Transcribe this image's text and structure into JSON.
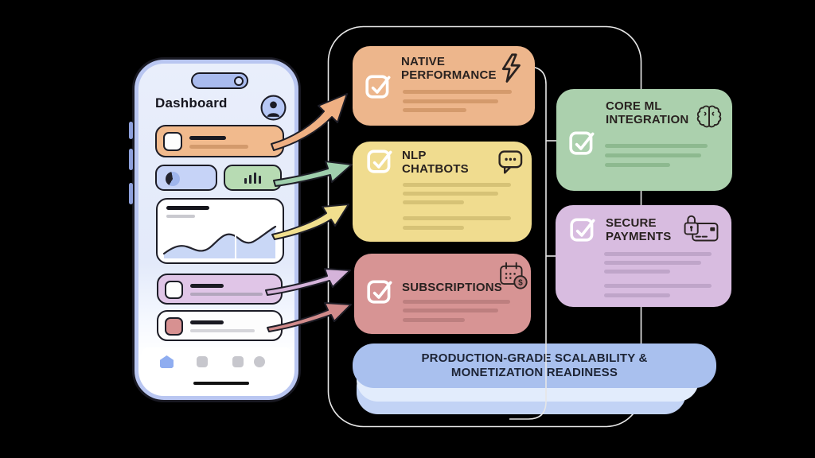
{
  "colors": {
    "background": "#000000",
    "frame_line": "#e8e8e8",
    "ink": "#292220",
    "phone_body": "#b9c6f1"
  },
  "phone": {
    "title": "Dashboard",
    "widgets": [
      {
        "name": "notification-card",
        "color": "#f1ba8d"
      },
      {
        "name": "pie-widget",
        "color": "#c6d3f7"
      },
      {
        "name": "bar-widget",
        "color": "#b7dbb3"
      },
      {
        "name": "trend-chart-card",
        "color": "#ffffff"
      },
      {
        "name": "list-item-purple",
        "color": "#e0c5e7"
      },
      {
        "name": "list-item-white",
        "color": "#fdfdfd"
      }
    ],
    "nav": {
      "items": [
        "home-icon",
        "nav-square-icon",
        "nav-square-icon",
        "nav-circle-icon"
      ],
      "active_color": "#8fadf0"
    }
  },
  "features": [
    {
      "id": "native-performance",
      "title": "NATIVE PERFORMANCE",
      "icon": "lightning-bolt-icon",
      "bg": "#edb68c",
      "line_color": "#d49a6c"
    },
    {
      "id": "nlp-chatbots",
      "title": "NLP CHATBOTS",
      "icon": "chat-bubble-icon",
      "bg": "#f0dc8f",
      "line_color": "#d6c276"
    },
    {
      "id": "subscriptions",
      "title": "SUBSCRIPTIONS",
      "icon": "calendar-dollar-icon",
      "bg": "#d79494",
      "line_color": "#bd7f7f"
    },
    {
      "id": "core-ml-integration",
      "title": "CORE ML INTEGRATION",
      "icon": "brain-icon",
      "bg": "#abd0ad",
      "line_color": "#8db98f"
    },
    {
      "id": "secure-payments",
      "title": "SECURE PAYMENTS",
      "icon": "lock-card-icon",
      "bg": "#d8bce0",
      "line_color": "#bfa5c9"
    }
  ],
  "banner": {
    "line1": "PRODUCTION-GRADE SCALABILITY &",
    "line2": "MONETIZATION READINESS",
    "bg": "#a9c0ee"
  },
  "arrows": [
    {
      "name": "arrow-to-native-performance",
      "color": "#efb083"
    },
    {
      "name": "arrow-to-nlp-chatbots-green",
      "color": "#9fcfad"
    },
    {
      "name": "arrow-to-nlp-chatbots-yellow",
      "color": "#f1df8e"
    },
    {
      "name": "arrow-to-subscriptions-purple",
      "color": "#d5b3da"
    },
    {
      "name": "arrow-to-subscriptions-rose",
      "color": "#d18b8b"
    }
  ]
}
